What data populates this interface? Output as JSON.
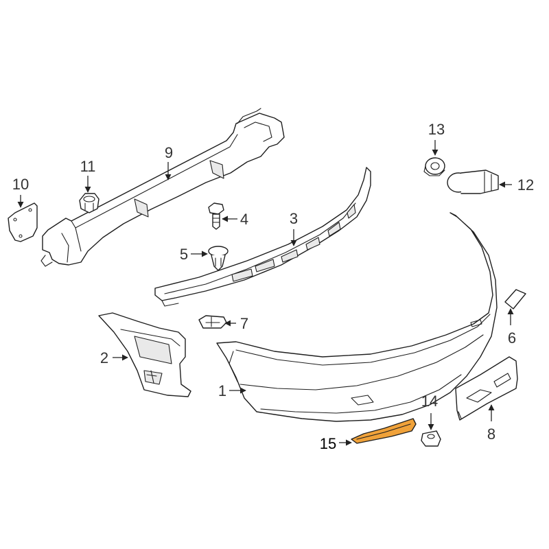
{
  "diagram": {
    "highlight_color": "#f0a23a",
    "callouts": [
      {
        "id": "1",
        "label": "1"
      },
      {
        "id": "2",
        "label": "2"
      },
      {
        "id": "3",
        "label": "3"
      },
      {
        "id": "4",
        "label": "4"
      },
      {
        "id": "5",
        "label": "5"
      },
      {
        "id": "6",
        "label": "6"
      },
      {
        "id": "7",
        "label": "7"
      },
      {
        "id": "8",
        "label": "8"
      },
      {
        "id": "9",
        "label": "9"
      },
      {
        "id": "10",
        "label": "10"
      },
      {
        "id": "11",
        "label": "11"
      },
      {
        "id": "12",
        "label": "12"
      },
      {
        "id": "13",
        "label": "13"
      },
      {
        "id": "14",
        "label": "14"
      },
      {
        "id": "15",
        "label": "15"
      }
    ]
  }
}
